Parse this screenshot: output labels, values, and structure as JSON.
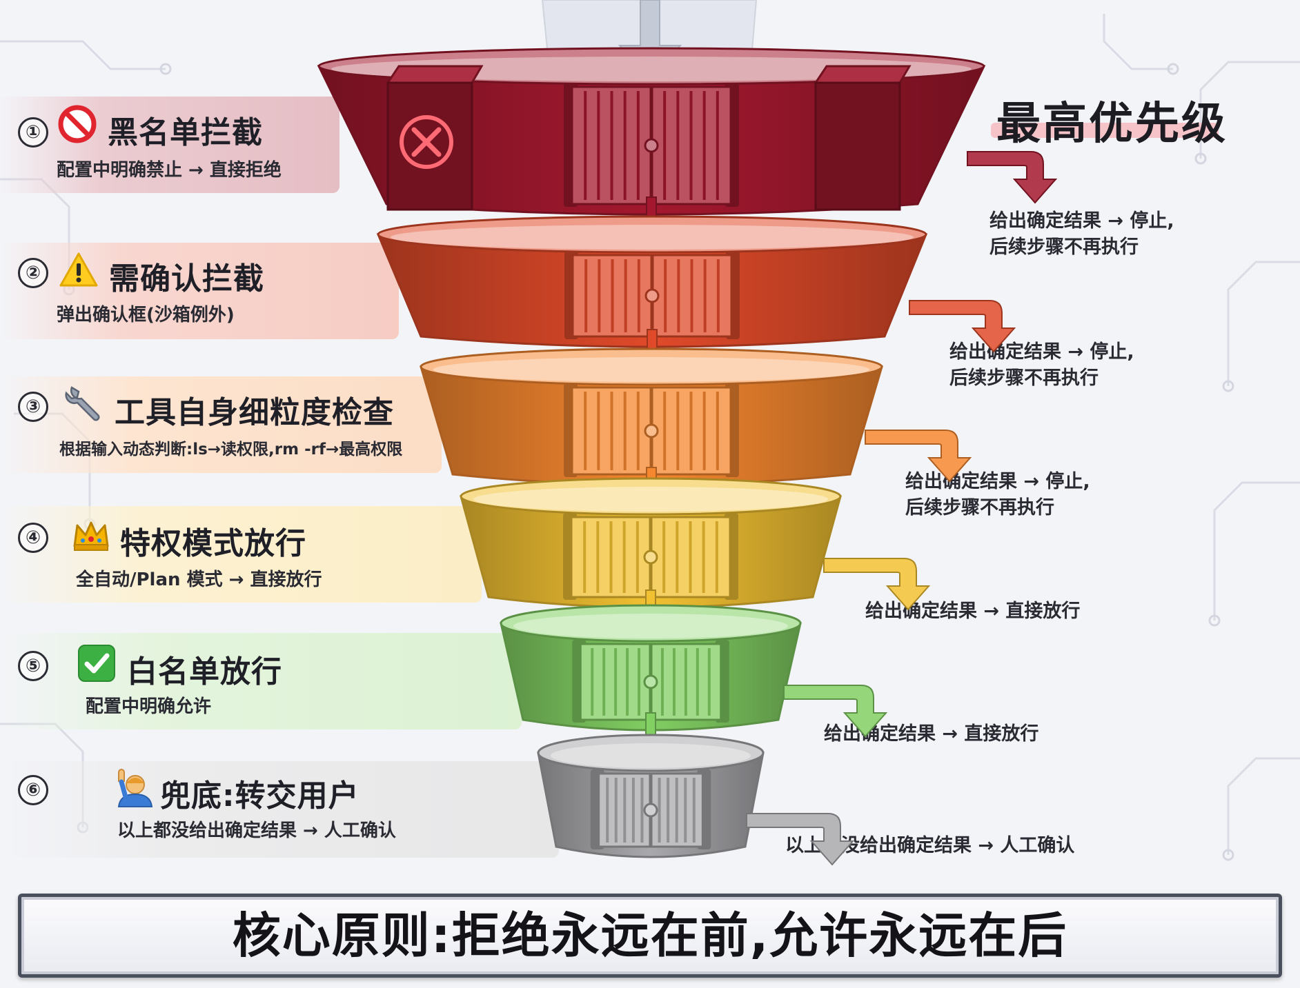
{
  "priority_label": "最高优先级",
  "layers": [
    {
      "number": "①",
      "icon": "no-entry-icon",
      "title": "黑名单拦截",
      "description": "配置中明确禁止 → 直接拒绝",
      "result_lines": [
        "给出确定结果 → 停止,",
        "后续步骤不再执行"
      ],
      "color": "#a3182e"
    },
    {
      "number": "②",
      "icon": "warning-icon",
      "title": "需确认拦截",
      "description": "弹出确认框(沙箱例外)",
      "result_lines": [
        "给出确定结果 → 停止,",
        "后续步骤不再执行"
      ],
      "color": "#e04a2a"
    },
    {
      "number": "③",
      "icon": "wrench-icon",
      "title": "工具自身细粒度检查",
      "description": "根据输入动态判断:ls→读权限,rm -rf→最高权限",
      "result_lines": [
        "给出确定结果 → 停止,",
        "后续步骤不再执行"
      ],
      "color": "#f5872f"
    },
    {
      "number": "④",
      "icon": "crown-icon",
      "title": "特权模式放行",
      "description": "全自动/Plan 模式 → 直接放行",
      "result_lines": [
        "给出确定结果 → 直接放行"
      ],
      "color": "#f2c132"
    },
    {
      "number": "⑤",
      "icon": "check-icon",
      "title": "白名单放行",
      "description": "配置中明确允许",
      "result_lines": [
        "给出确定结果 → 直接放行"
      ],
      "color": "#82cf63"
    },
    {
      "number": "⑥",
      "icon": "raising-hand-icon",
      "title": "兜底:转交用户",
      "description": "以上都没给出确定结果 → 人工确认",
      "result_lines": [
        "以上都没给出确定结果 → 人工确认"
      ],
      "color": "#a9a9ad"
    }
  ],
  "principle": "核心原则:拒绝永远在前,允许永远在后"
}
